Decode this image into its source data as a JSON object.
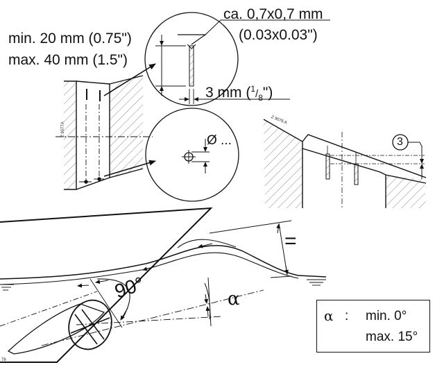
{
  "labels": {
    "weld_size": "ca. 0,7x0,7 mm",
    "weld_size_inch": "(0.03x0.03\")",
    "min_depth": "min. 20 mm (0.75\")",
    "max_depth": "max. 40 mm (1.5\")",
    "gap": "3 mm (",
    "gap_frac_num": "1",
    "gap_frac_den": "8",
    "gap_close": "\")",
    "diameter": "Ø ...",
    "callout_number": "3",
    "angle_90": "90°",
    "alpha_symbol": "α",
    "equal_sign": "="
  },
  "legend": {
    "symbol": "α",
    "separator": ":",
    "min": "min. 0°",
    "max": "max. 15°"
  },
  "reference_codes": {
    "left_section": "Z 9077A",
    "right_section": "Z 9076 A",
    "figure": "78"
  },
  "colors": {
    "line": "#111111",
    "hatch": "#888888",
    "background": "#ffffff"
  }
}
